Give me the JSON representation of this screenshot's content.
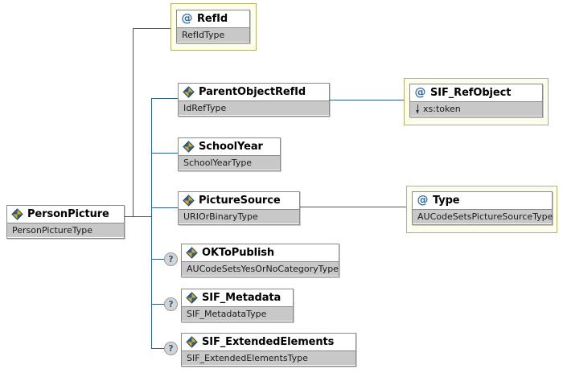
{
  "diagram": {
    "title": "PersonPicture XML Schema element diagram",
    "colors": {
      "connector": "#2b5f8e",
      "box_border": "#8a8a8a",
      "type_band": "#c8c8c8",
      "attr_frame_fill": "#fdfdeb",
      "attr_frame_border": "#b3b36b",
      "attribute_icon": "#2f6fa8",
      "element_icon_blue": "#1f5fa9",
      "element_icon_gold": "#e8a800",
      "optional_marker_fill": "#d4d4d4"
    },
    "root": {
      "name": "PersonPicture",
      "type": "PersonPictureType",
      "icon": "element-icon",
      "optional": false
    },
    "nodes": [
      {
        "id": "refid",
        "name": "RefId",
        "type": "RefIdType",
        "icon": "attribute-icon",
        "kind": "attribute",
        "optional": false,
        "framed": true
      },
      {
        "id": "parentobjectrefid",
        "name": "ParentObjectRefId",
        "type": "IdRefType",
        "icon": "element-icon",
        "kind": "element",
        "optional": false,
        "framed": false
      },
      {
        "id": "sif_refobject",
        "name": "SIF_RefObject",
        "type": "xs:token",
        "type_prefix": "derived-arrow-icon",
        "icon": "attribute-icon",
        "kind": "attribute",
        "optional": false,
        "framed": true
      },
      {
        "id": "schoolyear",
        "name": "SchoolYear",
        "type": "SchoolYearType",
        "icon": "element-icon",
        "kind": "element",
        "optional": false,
        "framed": false
      },
      {
        "id": "picturesource",
        "name": "PictureSource",
        "type": "URIOrBinaryType",
        "icon": "element-icon",
        "kind": "element",
        "optional": false,
        "framed": false
      },
      {
        "id": "type",
        "name": "Type",
        "type": "AUCodeSetsPictureSourceType",
        "icon": "attribute-icon",
        "kind": "attribute",
        "optional": false,
        "framed": true
      },
      {
        "id": "oktopublish",
        "name": "OKToPublish",
        "type": "AUCodeSetsYesOrNoCategoryType",
        "icon": "element-icon",
        "kind": "element",
        "optional": true,
        "framed": false
      },
      {
        "id": "sif_metadata",
        "name": "SIF_Metadata",
        "type": "SIF_MetadataType",
        "icon": "element-icon",
        "kind": "element",
        "optional": true,
        "framed": false
      },
      {
        "id": "sif_extendedelements",
        "name": "SIF_ExtendedElements",
        "type": "SIF_ExtendedElementsType",
        "icon": "element-icon",
        "kind": "element",
        "optional": true,
        "framed": false
      }
    ],
    "optional_marker": "?"
  }
}
